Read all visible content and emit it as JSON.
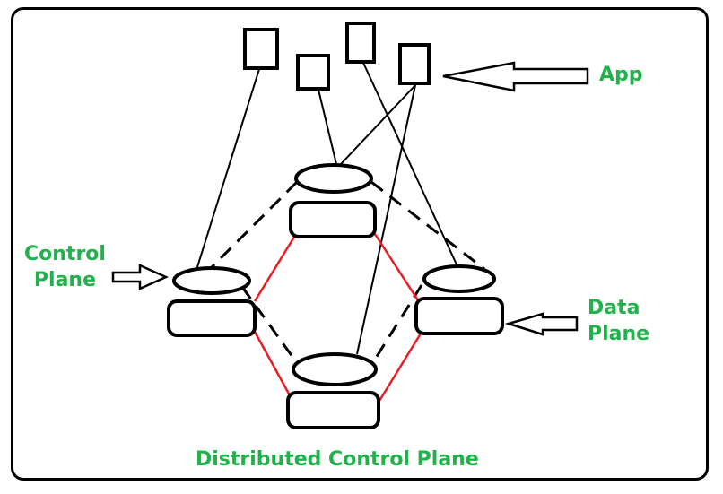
{
  "labels": {
    "app": "App",
    "control_plane_line1": "Control",
    "control_plane_line2": "Plane",
    "data_plane_line1": "Data",
    "data_plane_line2": "Plane",
    "title": "Distributed Control Plane"
  },
  "colors": {
    "label": "#22b14c",
    "stroke": "#000000",
    "data_link": "#ed1c24"
  },
  "nodes": [
    {
      "id": "top",
      "control": "ellipse",
      "data": "rounded-rect"
    },
    {
      "id": "left",
      "control": "ellipse",
      "data": "rounded-rect"
    },
    {
      "id": "right",
      "control": "ellipse",
      "data": "rounded-rect"
    },
    {
      "id": "bottom",
      "control": "ellipse",
      "data": "rounded-rect"
    }
  ],
  "apps": [
    "app-1",
    "app-2",
    "app-3",
    "app-4"
  ],
  "links": {
    "app_to_controller": [
      [
        "app-1",
        "left"
      ],
      [
        "app-2",
        "top"
      ],
      [
        "app-3",
        "right"
      ],
      [
        "app-4",
        "top"
      ],
      [
        "app-4",
        "bottom"
      ]
    ],
    "control_plane_dashed": [
      [
        "top",
        "left"
      ],
      [
        "top",
        "right"
      ],
      [
        "left",
        "bottom"
      ],
      [
        "right",
        "bottom"
      ]
    ],
    "data_plane_red": [
      [
        "top",
        "left"
      ],
      [
        "top",
        "right"
      ],
      [
        "left",
        "bottom"
      ],
      [
        "right",
        "bottom"
      ]
    ]
  }
}
